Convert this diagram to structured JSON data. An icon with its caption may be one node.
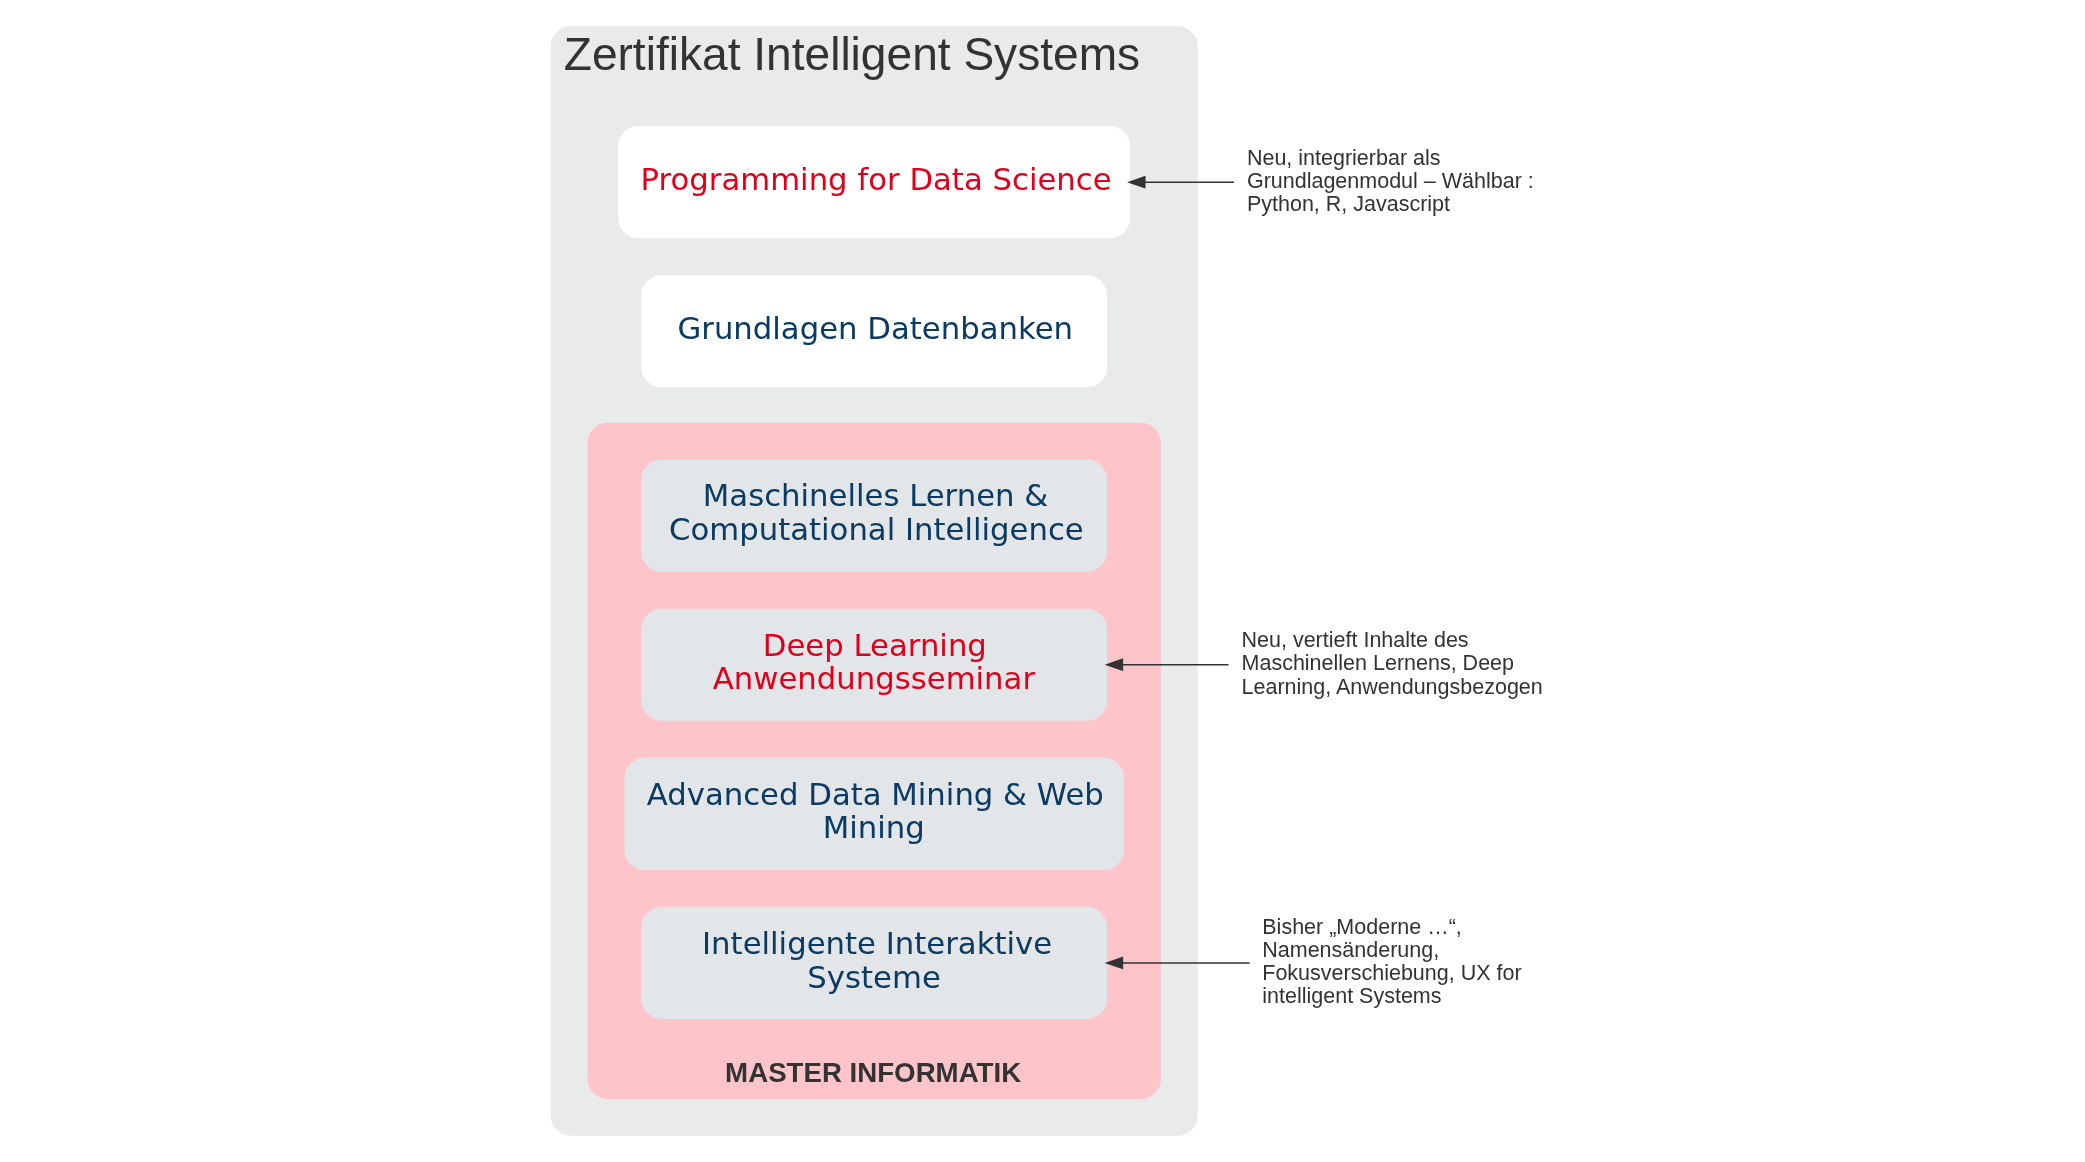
{
  "diagram": {
    "nodes": [
      {
        "text": [
          "Zertifikat Intelligent Systems"
        ]
      },
      {
        "text": [
          "Grundlagen Datenbanken"
        ],
        "in": 0
      },
      {
        "text": [
          "Programming for Data Science"
        ],
        "in": 0
      },
      {
        "text": [
          "MASTER INFORMATIK"
        ],
        "in": 0
      },
      {
        "text": [
          "Maschinelles Lernen & Computational Intelligence"
        ],
        "in": 3
      },
      {
        "text": [
          "Deep Learning Anwendungsseminar"
        ],
        "in": 3
      },
      {
        "text": [
          "Advanced Data Mining & Web Mining"
        ],
        "in": 3
      },
      {
        "text": [
          "Intelligente Interaktive Systeme"
        ],
        "in": 3
      },
      {
        "text": [
          "Neu, integrierbar als Grundlagenmodul – Wählbar : Python, R, Javascript"
        ]
      },
      {
        "text": [
          "Neu, vertieft Inhalte des Maschinellen Lernens, Deep Learning, Anwendungsbezogen"
        ]
      },
      {
        "text": [
          "Bisher „Moderne …“, Namensänderung, Fokusverschiebung, UX for intelligent Systems"
        ]
      }
    ],
    "edges": [
      {
        "from": 8,
        "to": 2,
        "arrow": "to"
      },
      {
        "from": 9,
        "to": 5,
        "arrow": "to"
      },
      {
        "from": 10,
        "to": 7,
        "arrow": "to"
      }
    ]
  }
}
